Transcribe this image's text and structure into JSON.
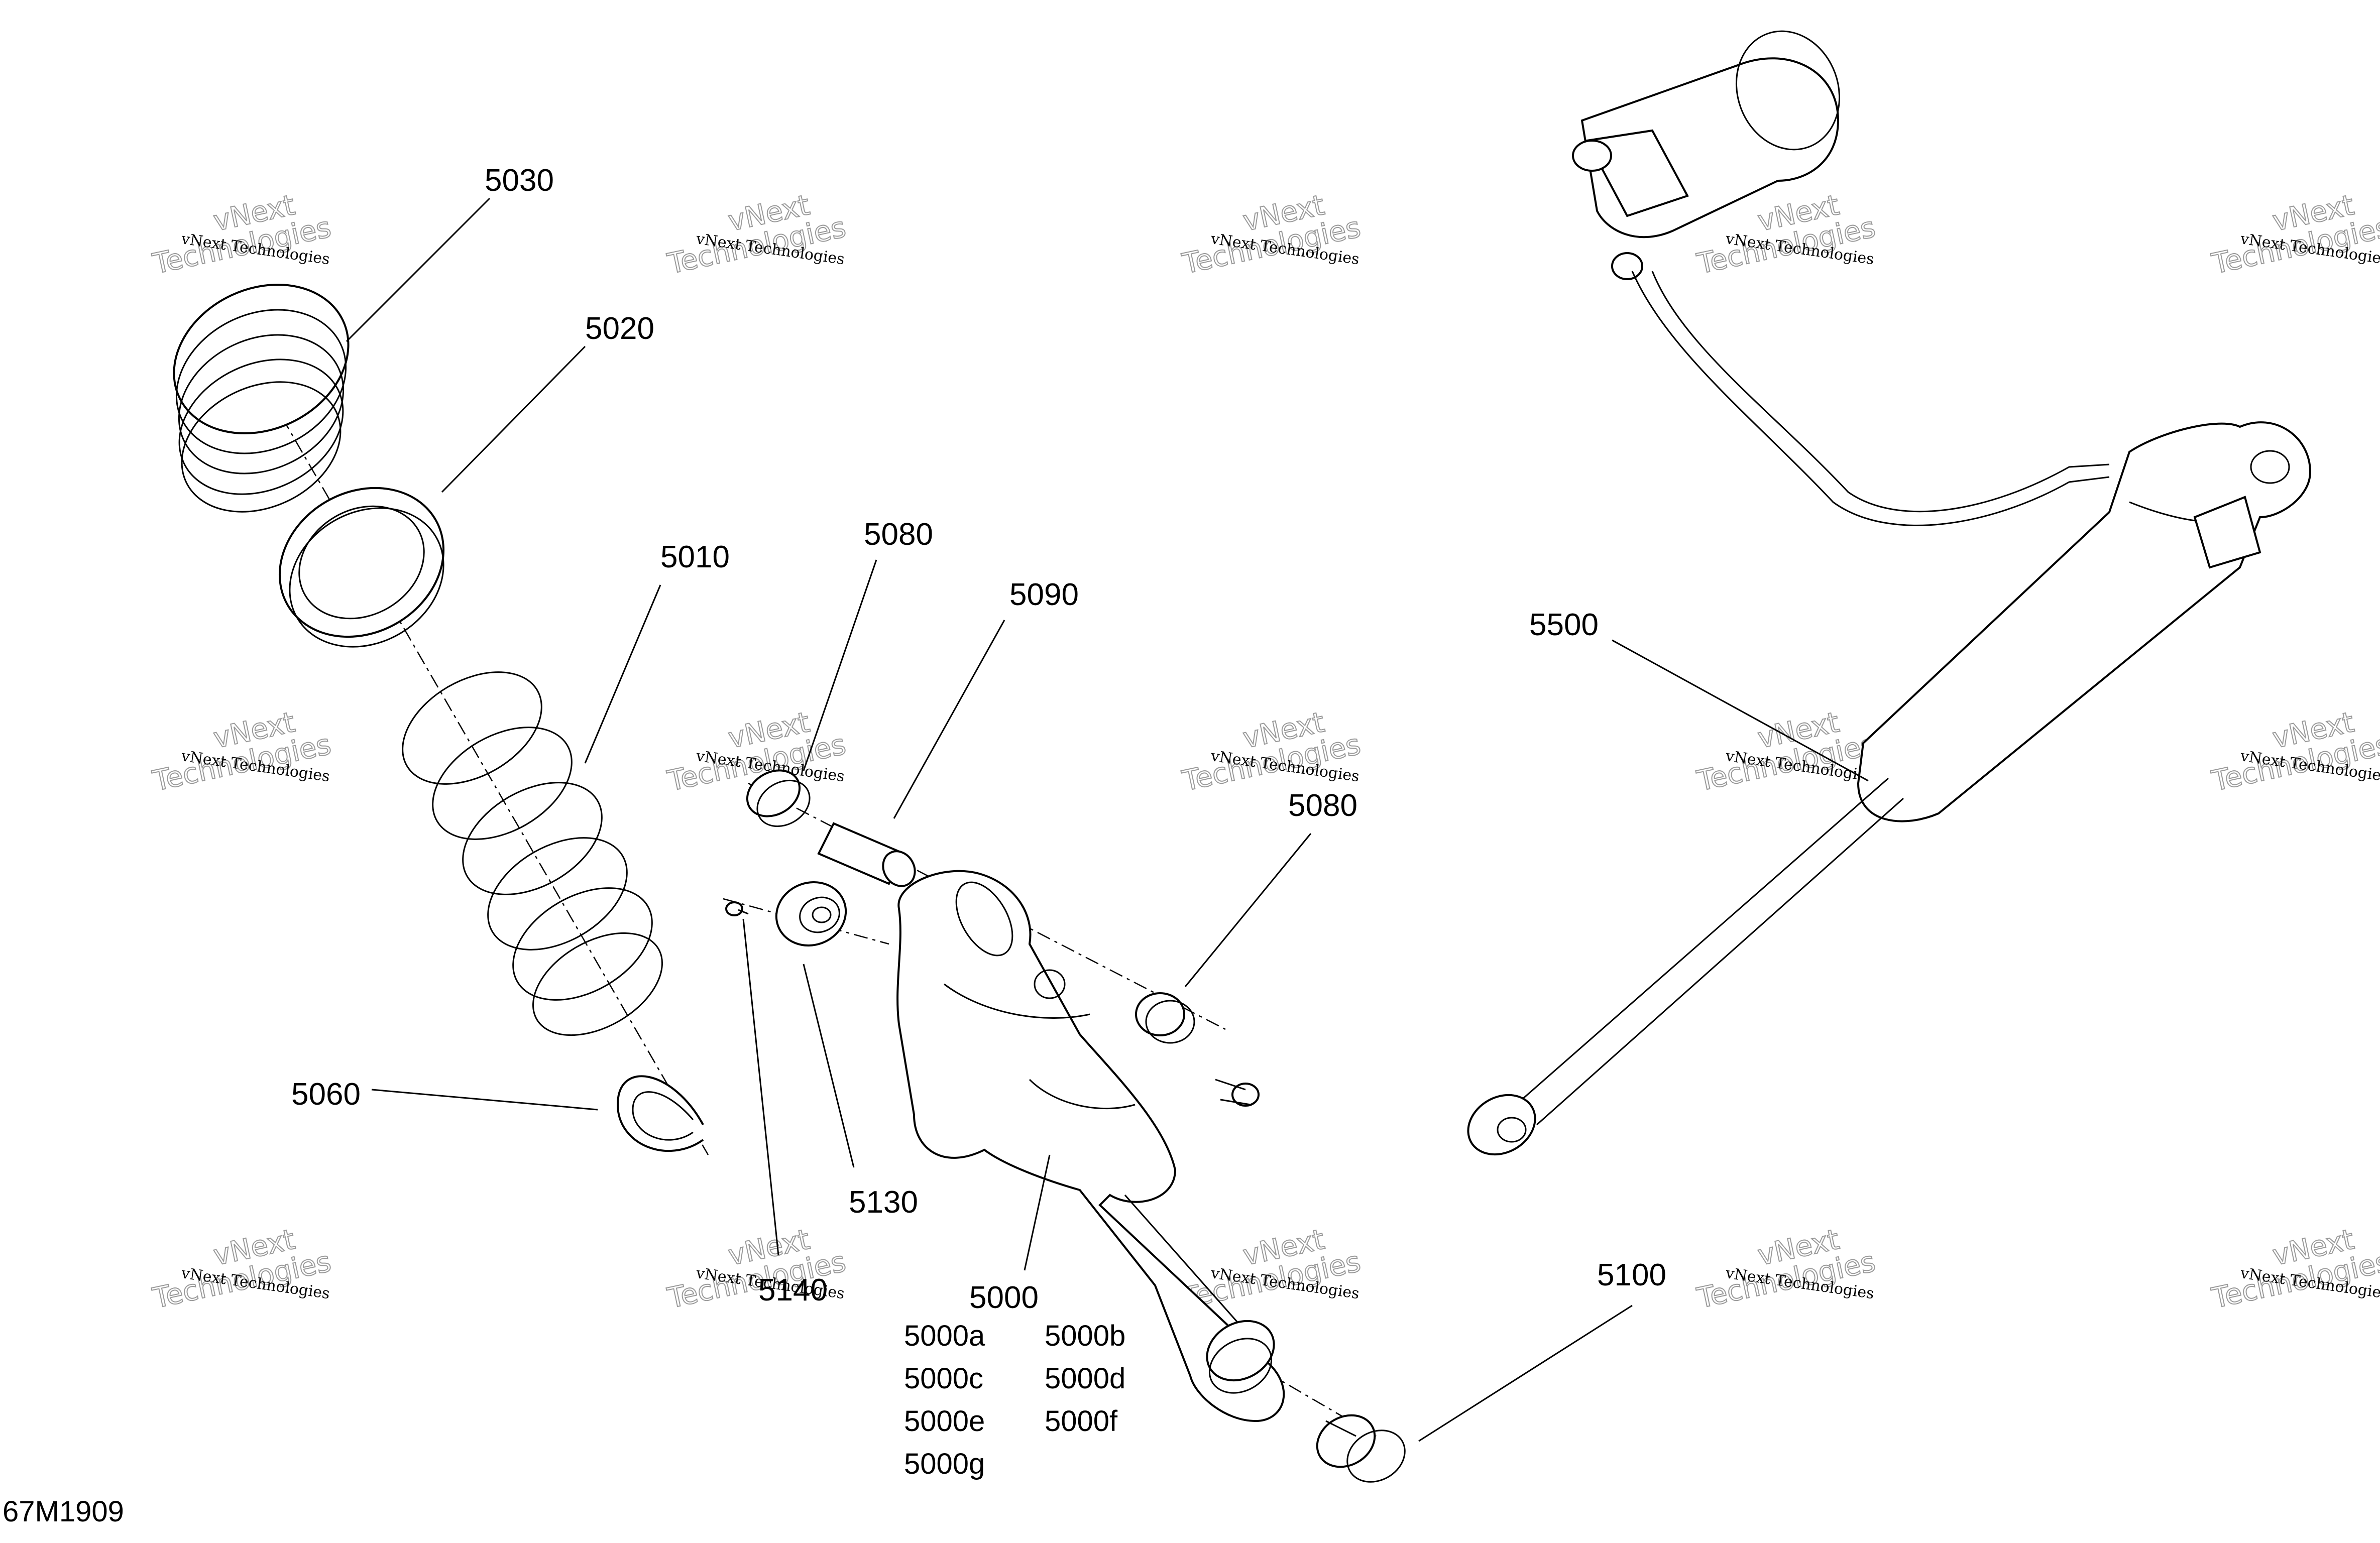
{
  "callouts": {
    "c5030": "5030",
    "c5020": "5020",
    "c5010": "5010",
    "c5080a": "5080",
    "c5090": "5090",
    "c5080b": "5080",
    "c5500": "5500",
    "c5060": "5060",
    "c5130": "5130",
    "c5140": "5140",
    "c5000": "5000",
    "c5100": "5100"
  },
  "variants": [
    "5000a",
    "5000b",
    "5000c",
    "5000d",
    "5000e",
    "5000f",
    "5000g"
  ],
  "drawing_code": "67M1909",
  "watermark": {
    "line1": "vNext Technologies",
    "line2": "vNext",
    "line3": "Technologies"
  }
}
